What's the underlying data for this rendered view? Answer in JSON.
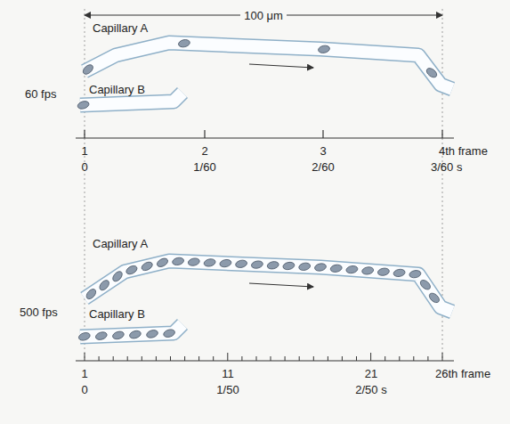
{
  "diagram": {
    "labels": [
      "100 μm",
      "Capillary A",
      "60 fps",
      "Capillary B",
      "1",
      "2",
      "3",
      "4th frame",
      "0",
      "1/60",
      "2/60",
      "3/60 s",
      "Capillary A",
      "500 fps",
      "Capillary B",
      "1",
      "11",
      "21",
      "26th frame",
      "0",
      "1/50",
      "2/50 s"
    ]
  }
}
